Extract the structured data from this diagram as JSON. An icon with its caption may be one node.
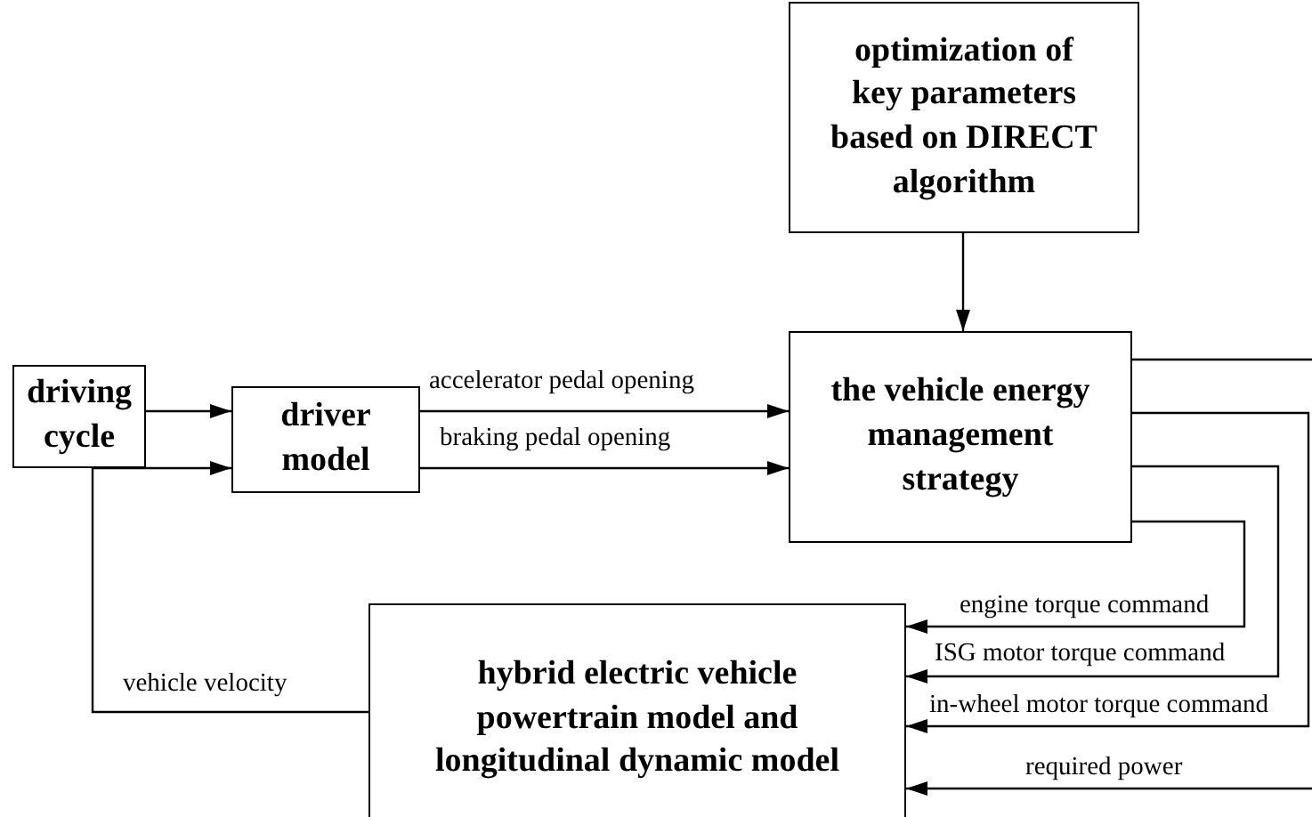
{
  "diagram": {
    "nodes": [
      {
        "text": [
          "optimization of key parameters based on DIRECT algorithm"
        ]
      },
      {
        "text": [
          "driving cycle"
        ]
      },
      {
        "text": [
          "driver model"
        ]
      },
      {
        "text": [
          "the vehicle energy management strategy"
        ]
      },
      {
        "text": [
          "hybrid electric vehicle powertrain model and longitudinal dynamic model"
        ]
      }
    ],
    "edges": [
      {
        "from": 0,
        "to": 3,
        "arrow": "to"
      },
      {
        "from": 1,
        "to": 2,
        "arrow": "to"
      },
      {
        "from": 2,
        "to": 3,
        "arrow": "to",
        "label": "accelerator pedal opening"
      },
      {
        "from": 2,
        "to": 3,
        "arrow": "to",
        "label": "braking pedal opening"
      },
      {
        "from": 3,
        "to": 4,
        "arrow": "to",
        "label": "engine torque command"
      },
      {
        "from": 3,
        "to": 4,
        "arrow": "to",
        "label": "ISG motor torque command"
      },
      {
        "from": 3,
        "to": 4,
        "arrow": "to",
        "label": "in-wheel motor torque command"
      },
      {
        "from": 3,
        "to": null,
        "arrow": "none"
      },
      {
        "from": null,
        "to": 4,
        "arrow": "to",
        "label": "required power"
      },
      {
        "from": 4,
        "to": 2,
        "arrow": "to",
        "label": "vehicle velocity"
      }
    ]
  }
}
